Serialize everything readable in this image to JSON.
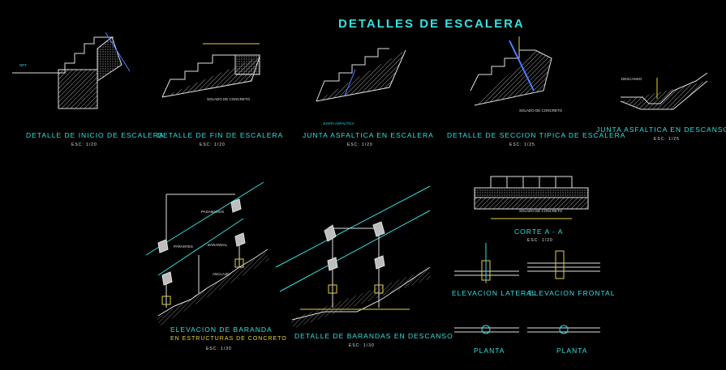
{
  "title": "DETALLES DE ESCALERA",
  "details": [
    {
      "caption": "DETALLE DE INICIO DE ESCALERA",
      "scale": "ESC: 1/20"
    },
    {
      "caption": "DETALLE DE FIN DE ESCALERA",
      "scale": "ESC: 1/20"
    },
    {
      "caption": "JUNTA ASFALTICA EN ESCALERA",
      "scale": "ESC: 1/20"
    },
    {
      "caption": "DETALLE DE SECCION TIPICA DE ESCALERA",
      "scale": "ESC: 1/25"
    },
    {
      "caption": "JUNTA ASFALTICA EN DESCANSO",
      "scale": "ESC: 1/25"
    }
  ],
  "elevacion_baranda": {
    "caption": "ELEVACION DE BARANDA",
    "subcaption": "EN ESTRUCTURAS DE CONCRETO",
    "scale": "ESC: 1/30"
  },
  "detalle_barandas": {
    "caption": "DETALLE DE BARANDAS EN DESCANSO",
    "scale": "ESC: 1/30"
  },
  "corte": {
    "caption": "CORTE A - A",
    "scale": "ESC: 1/20"
  },
  "views": {
    "elev_lateral": "ELEVACION LATERAL",
    "elev_frontal": "ELEVACION FRONTAL",
    "planta_1": "PLANTA",
    "planta_2": "PLANTA"
  },
  "notes": {
    "solado": "SOLADO DE CONCRETO",
    "junta": "JUNTA ASFALTICA",
    "pasamanos": "PASAMANOS",
    "parantes": "PARANTES",
    "baranda": "BARANDAL",
    "anclaje": "ANCLAJE",
    "descanso": "DESCANSO",
    "npt": "NPT"
  },
  "colors": {
    "cyan": "#33e0e0",
    "yellow": "#e6d23a",
    "white": "#e0e0e0",
    "blue": "#4a7dff",
    "green": "#39d24a",
    "background": "#000000"
  }
}
